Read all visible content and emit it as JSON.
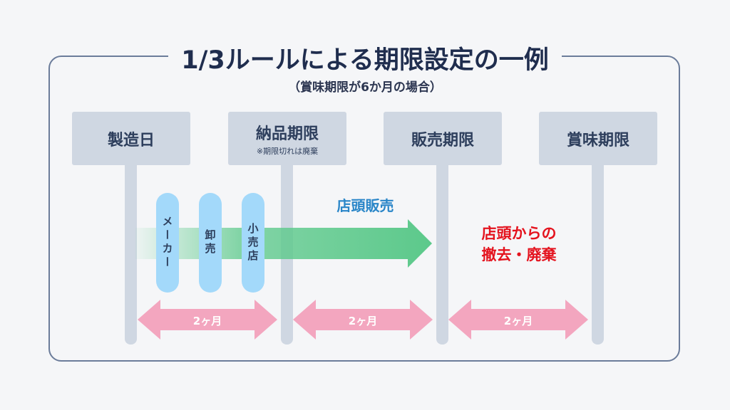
{
  "title": "1/3ルールによる期限設定の一例",
  "subtitle": "（賞味期限が6か月の場合）",
  "milestones": [
    {
      "label": "製造日",
      "note": ""
    },
    {
      "label": "納品期限",
      "note": "※期限切れは廃棄"
    },
    {
      "label": "販売期限",
      "note": ""
    },
    {
      "label": "賞味期限",
      "note": ""
    }
  ],
  "supply_chain": [
    "メーカー",
    "卸売",
    "小売店"
  ],
  "flow_label": "店頭販売",
  "removal_label_line1": "店頭からの",
  "removal_label_line2": "撤去・廃棄",
  "durations": [
    "2ヶ月",
    "2ヶ月",
    "2ヶ月"
  ],
  "colors": {
    "title": "#1f2d4e",
    "sign": "#cfd7e2",
    "flow_arrow": "#5cc98b",
    "duration_arrow": "#f3a6bf",
    "pill": "#a3d9fa",
    "flow_text": "#2a86c8",
    "removal_text": "#e4131e"
  }
}
